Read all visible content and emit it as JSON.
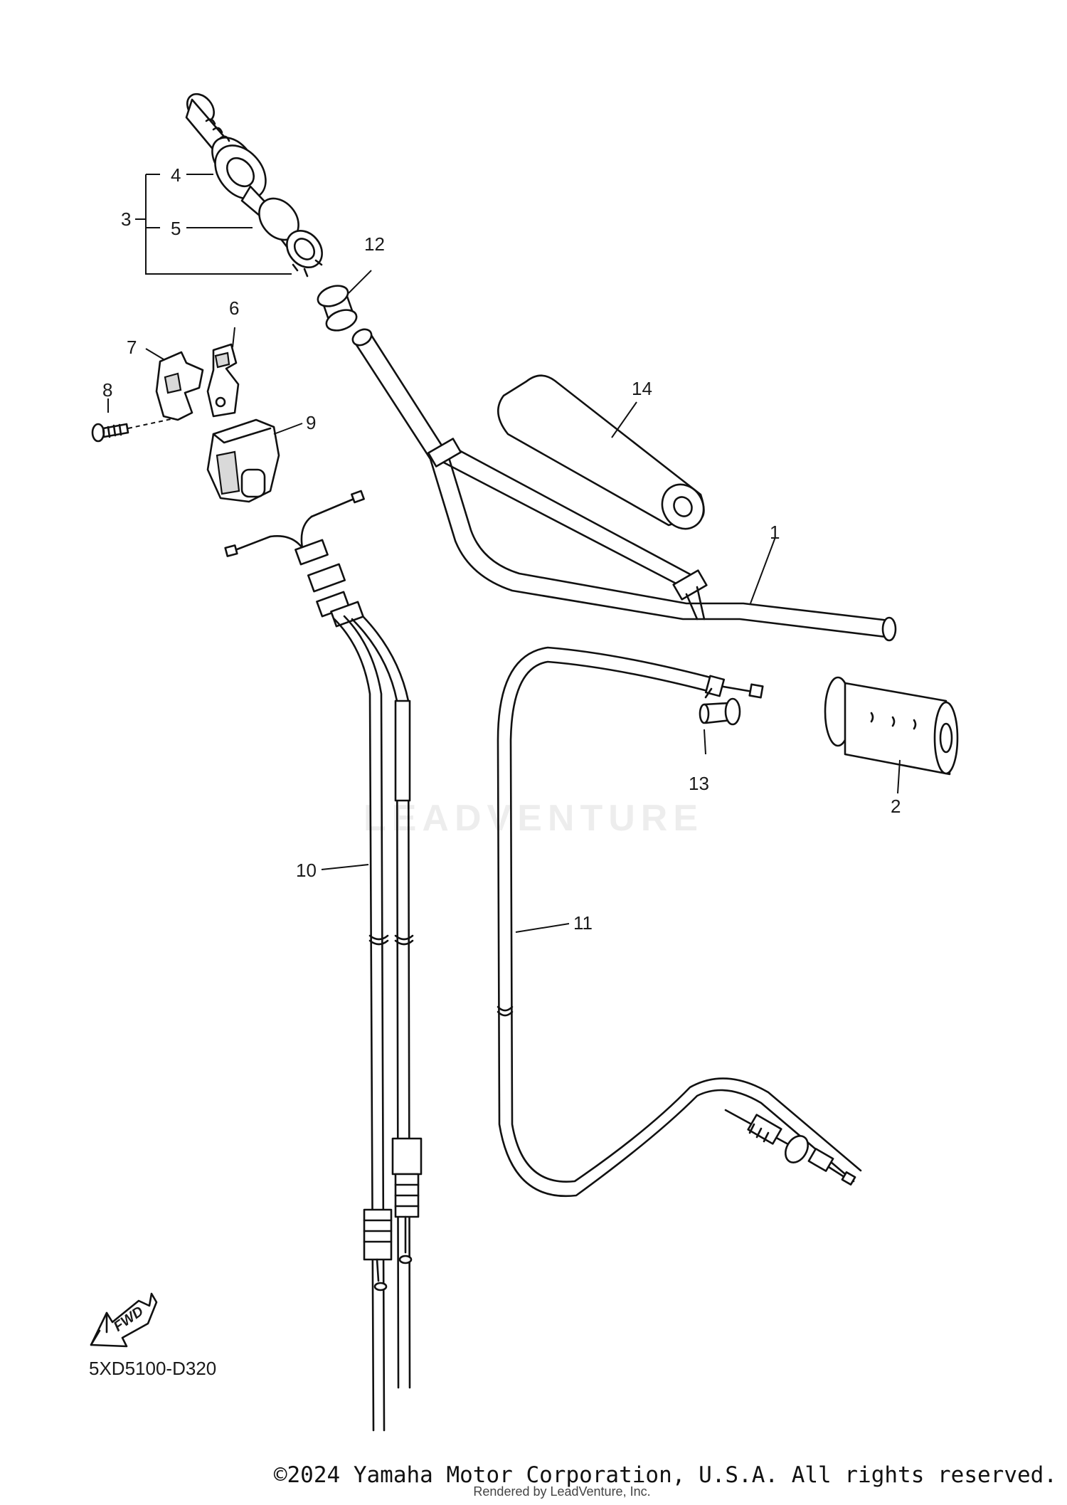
{
  "diagram": {
    "callouts": [
      "1",
      "2",
      "3",
      "4",
      "5",
      "6",
      "7",
      "8",
      "9",
      "10",
      "11",
      "12",
      "13",
      "14"
    ],
    "fwd_label": "FWD",
    "diagram_code": "5XD5100-D320",
    "watermark": "LEADVENTURE"
  },
  "footer": {
    "copyright": "©2024 Yamaha Motor Corporation, U.S.A. All rights reserved.",
    "rendered_by": "Rendered by LeadVenture, Inc."
  }
}
